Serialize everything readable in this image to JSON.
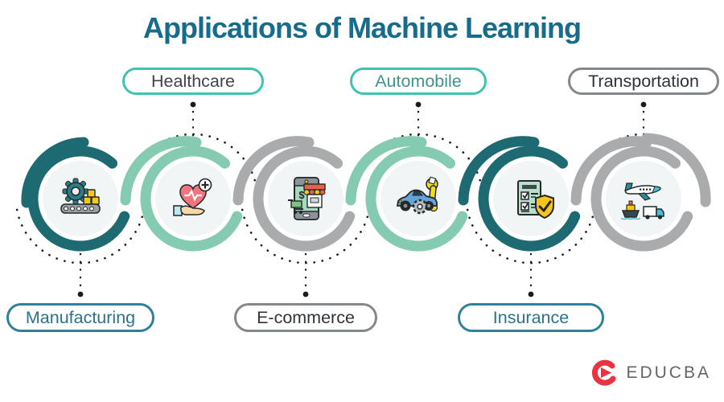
{
  "title": {
    "text": "Applications of Machine Learning",
    "color": "#176c8c"
  },
  "units": [
    {
      "label": "Manufacturing",
      "label_position": "bottom",
      "ring_color": "#1E6A72",
      "pill_border_color": "#2F819B",
      "pill_text_color": "#2A7389",
      "icon": "manufacturing-icon"
    },
    {
      "label": "Healthcare",
      "label_position": "top",
      "ring_color": "#85CBB2",
      "pill_border_color": "#3DC3AF",
      "pill_text_color": "#3E4548",
      "icon": "healthcare-icon"
    },
    {
      "label": "E-commerce",
      "label_position": "bottom",
      "ring_color": "#A9ABAC",
      "pill_border_color": "#84888B",
      "pill_text_color": "#2F3335",
      "icon": "ecommerce-icon"
    },
    {
      "label": "Automobile",
      "label_position": "top",
      "ring_color": "#85CBB2",
      "pill_border_color": "#3DC3AF",
      "pill_text_color": "#3E948C",
      "icon": "automobile-icon"
    },
    {
      "label": "Insurance",
      "label_position": "bottom",
      "ring_color": "#1E6A72",
      "pill_border_color": "#2F819B",
      "pill_text_color": "#2A7389",
      "icon": "insurance-icon"
    },
    {
      "label": "Transportation",
      "label_position": "top",
      "ring_color": "#A9ABAC",
      "pill_border_color": "#84888B",
      "pill_text_color": "#2F3335",
      "icon": "transportation-icon"
    }
  ],
  "decorations": {
    "dot_color": "#1C1C1C",
    "inner_circle_fill": "#F1F5F5",
    "background": "#FFFFFF"
  },
  "logo": {
    "brand": "EDUCBA",
    "text_color": "#636569",
    "mark_color": "#E73440"
  }
}
